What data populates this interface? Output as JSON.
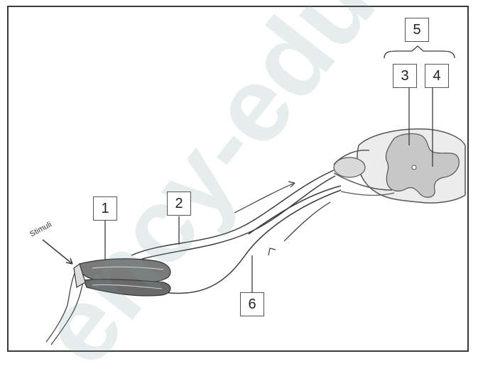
{
  "labels": {
    "l1": "1",
    "l2": "2",
    "l3": "3",
    "l4": "4",
    "l5": "5",
    "l6": "6"
  },
  "stimulus_text": "Stimuli",
  "watermark": "ency-edu",
  "colors": {
    "line": "#3a3a3a",
    "grey_matter": "#bdbdbd",
    "white_matter": "#e6e6e6",
    "muscle": "#6f6f6f",
    "watermark": "#6ea096"
  }
}
